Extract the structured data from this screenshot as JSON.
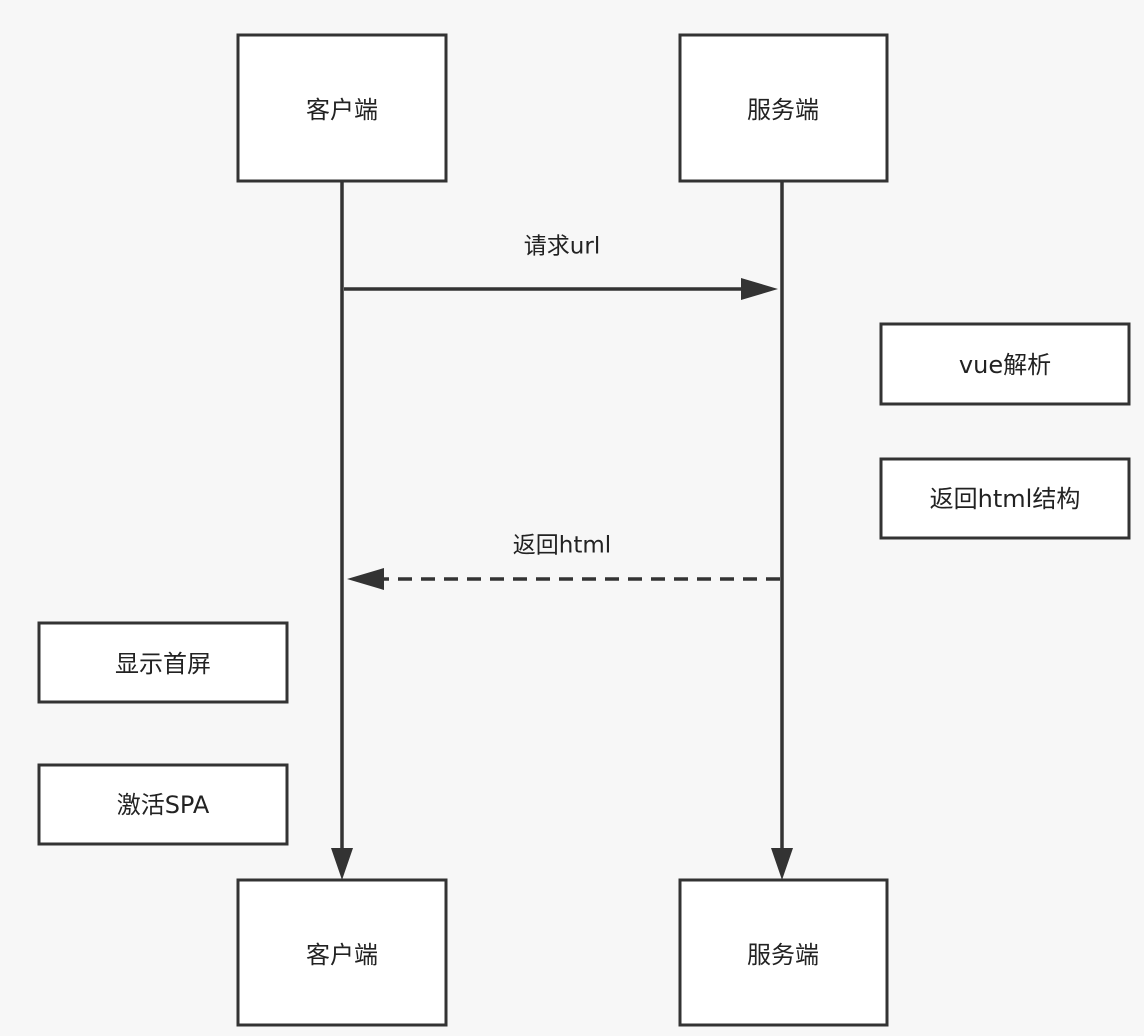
{
  "participants": {
    "client": "客户端",
    "server": "服务端"
  },
  "messages": {
    "request": "请求url",
    "response": "返回html"
  },
  "notes": {
    "vue_parse": "vue解析",
    "return_structure": "返回html结构",
    "show_first_screen": "显示首屏",
    "activate_spa": "激活SPA"
  },
  "colors": {
    "line": "#333333",
    "background": "#f7f7f7",
    "box_fill": "#ffffff"
  }
}
